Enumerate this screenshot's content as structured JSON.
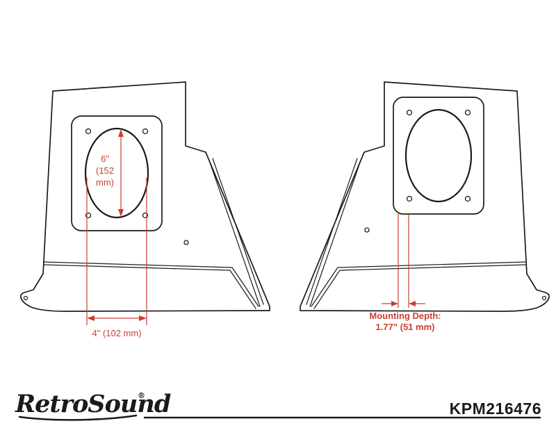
{
  "colors": {
    "line": "#1a1a1a",
    "dimension": "#c9402e"
  },
  "dimensions": {
    "height_line1": "6\"",
    "height_line2": "(152",
    "height_line3": "mm)",
    "width": "4\" (102 mm)",
    "depth_label": "Mounting Depth:",
    "depth_value": "1.77\" (51 mm)"
  },
  "footer": {
    "brand": "RetroSound",
    "registered": "®",
    "part_number": "KPM216476"
  }
}
